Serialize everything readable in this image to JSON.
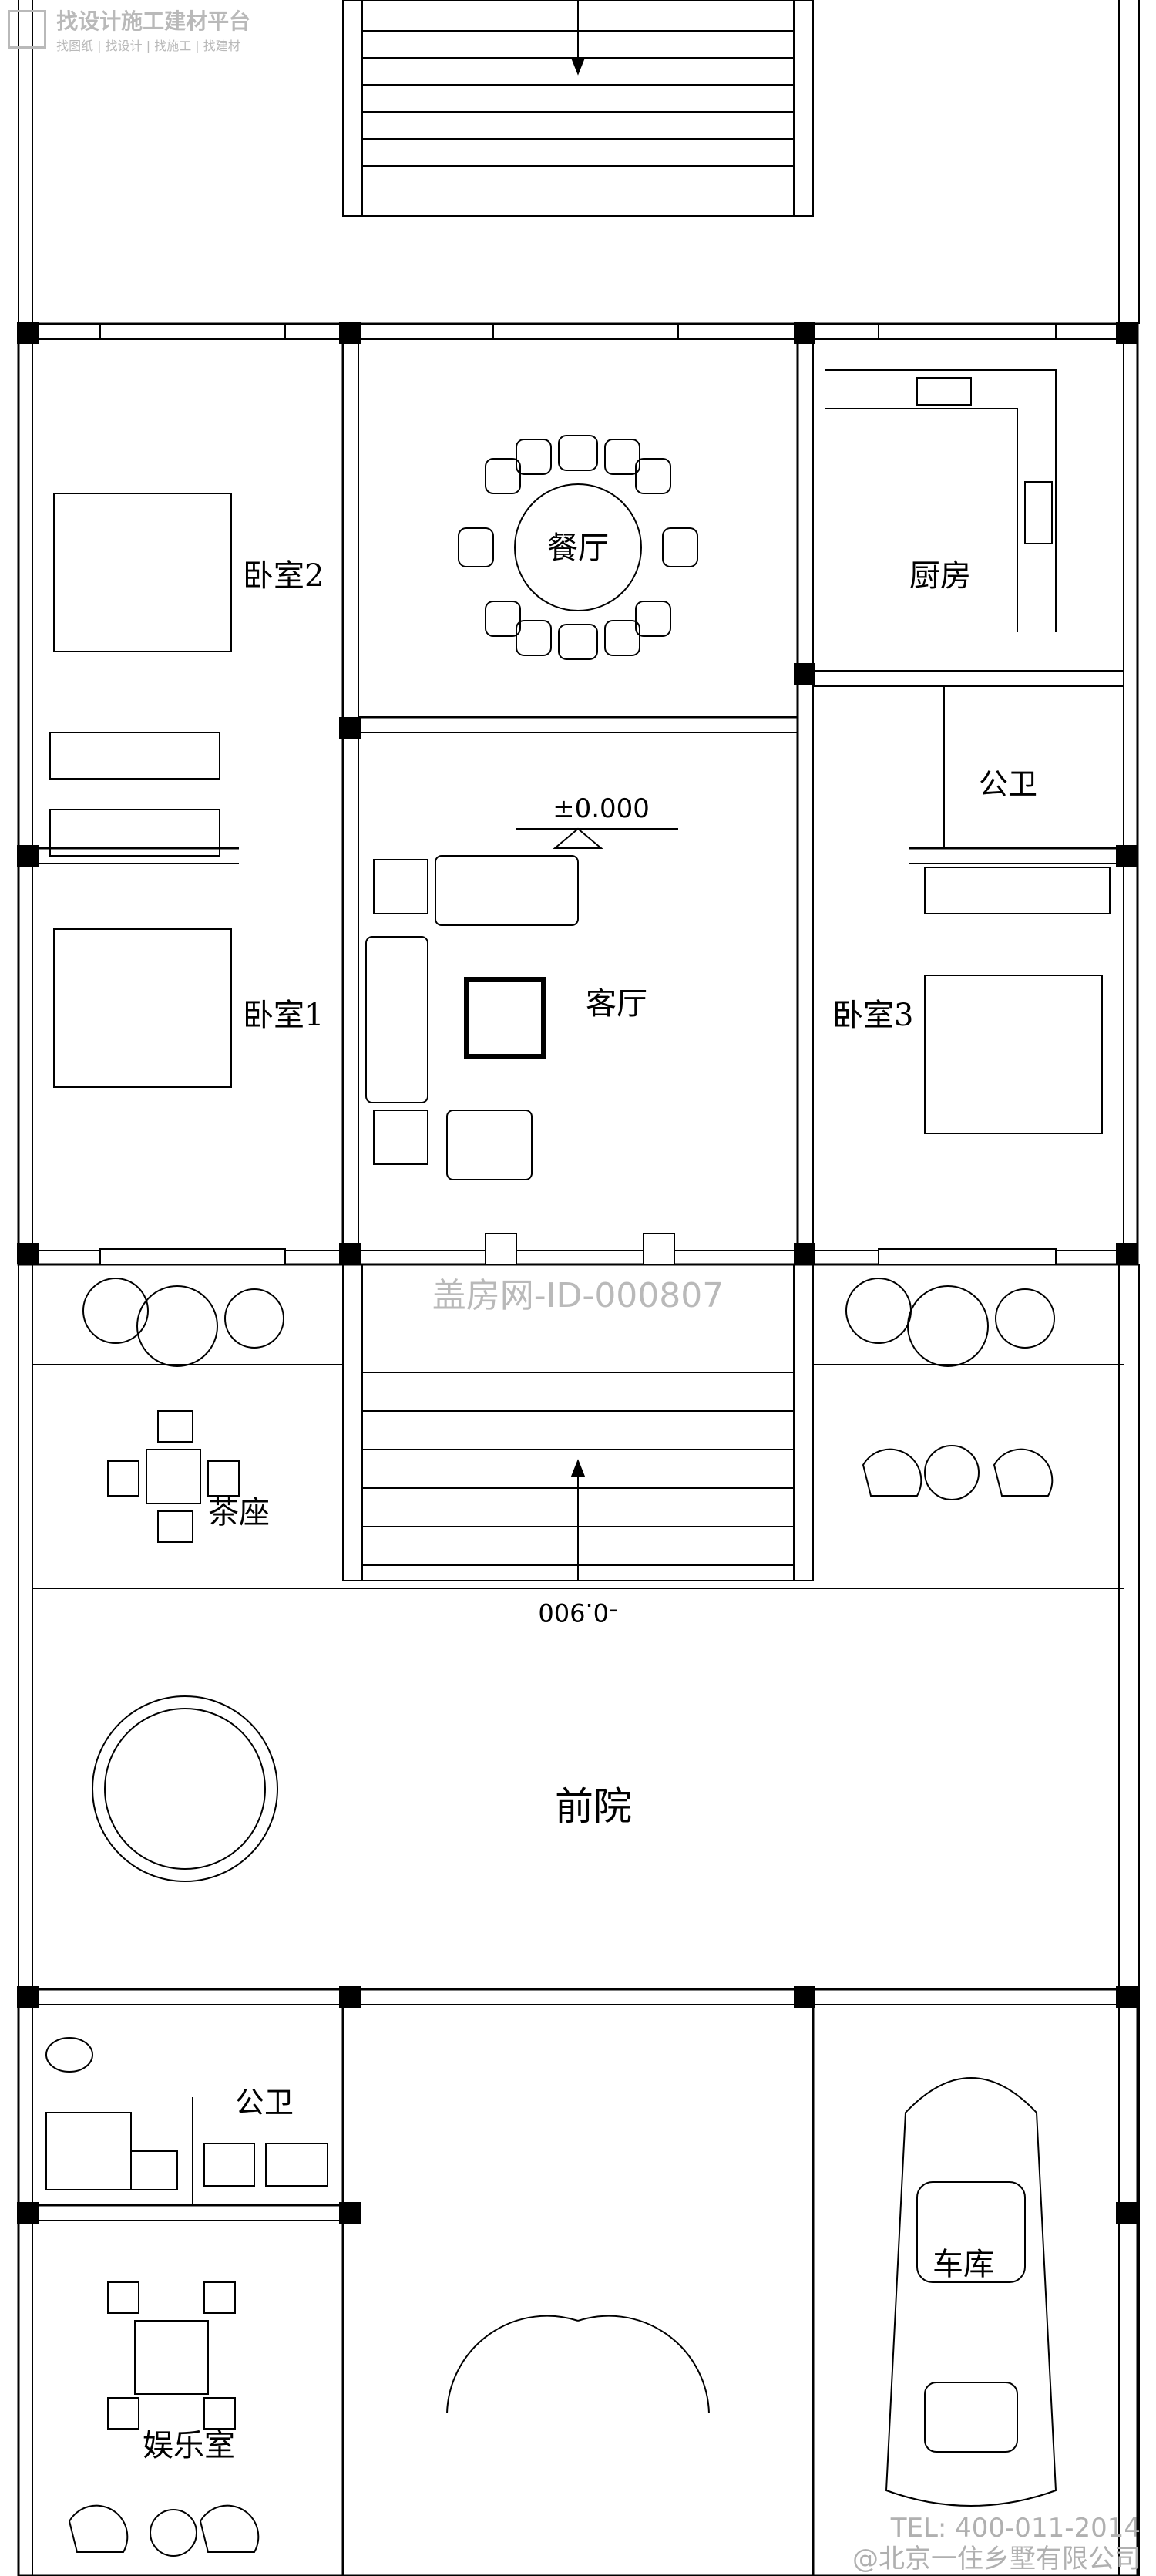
{
  "watermark": {
    "platform_title": "找设计施工建材平台",
    "platform_subtitle": "找图纸 | 找设计 | 找施工 | 找建材",
    "id_text": "盖房网-ID-000807"
  },
  "rooms": {
    "bedroom2": "卧室2",
    "dining": "餐厅",
    "kitchen": "厨房",
    "bathroom": "公卫",
    "bedroom1": "卧室1",
    "living": "客厅",
    "bedroom3": "卧室3",
    "tea_seating": "茶座",
    "front_yard": "前院",
    "bathroom_lower": "公卫",
    "garage": "车库",
    "entertainment": "娱乐室"
  },
  "levels": {
    "floor": "±0.000",
    "yard": "-0.900"
  },
  "footer": {
    "tel": "TEL: 400-011-2014",
    "company": "@北京一住乡墅有限公司"
  },
  "colors": {
    "line": "#000000",
    "watermark": "#b9b9b9",
    "column": "#000000"
  }
}
